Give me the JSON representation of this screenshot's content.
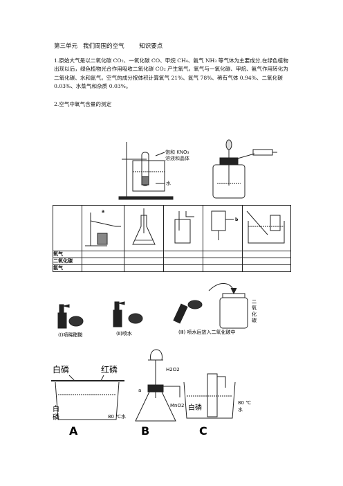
{
  "doc": {
    "title": "第三单元   我们周围的空气        知识要点",
    "para1": "1.原始大气是以二氧化碳 CO₂、一氧化碳 CO、甲烷 CH₄、氨气 NH₃ 等气体为主要成分,在绿色植物出现以后，绿色植物光合作用吸收二氧化碳 CO₂ 产生氧气，氧气与一氧化碳、甲烷、氨气作用转化为二氧化碳、水和氮气。空气的成分按体积计算氧气 21%、氮气 78%、稀有气体 0.94%、二氧化碳 0.03%、水蒸气和杂质 0.03%。",
    "sub2": "2.空气中氧气含量的测定"
  },
  "fig1": {
    "label_kno3_1": "饱和 KNO₃",
    "label_kno3_2": "溶液和晶体",
    "label_water": "水"
  },
  "table": {
    "col_labels": [
      "a",
      "",
      "",
      "b",
      ""
    ],
    "rows": [
      "氧气",
      "二氧化碳",
      "氨气"
    ]
  },
  "fig3": {
    "label_i": "(Ⅰ)喷稀醋酸",
    "label_ii": "(Ⅱ)喷水",
    "label_iii": "(Ⅲ) 喷水后放入二氧化碳中",
    "jar_label": [
      "二",
      "氧",
      "化",
      "碳"
    ]
  },
  "fig4": {
    "white_p": "白磷",
    "red_p": "红磷",
    "white_p_bottom_1": "白",
    "white_p_bottom_2": "磷",
    "water_a": "80 ℃水",
    "h2o2": "H2O2",
    "a_label": "a",
    "mno2": "MnO2",
    "white_p_c": "白磷",
    "temp_c": "80 ℃",
    "water_c": "水",
    "letter_a": "A",
    "letter_b": "B",
    "letter_c": "C"
  }
}
